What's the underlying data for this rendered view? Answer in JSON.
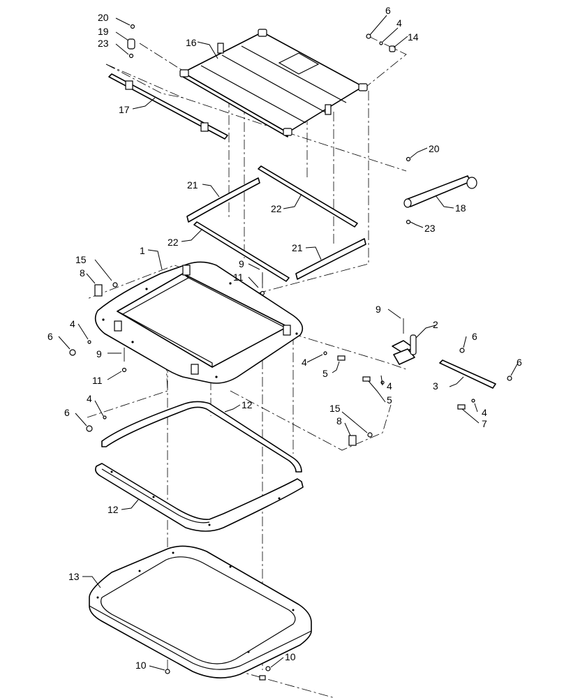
{
  "callouts": {
    "c20a": "20",
    "c19": "19",
    "c23a": "23",
    "c16": "16",
    "c6a": "6",
    "c4a": "4",
    "c14": "14",
    "c17": "17",
    "c20b": "20",
    "c18": "18",
    "c23b": "23",
    "c21a": "21",
    "c22a": "22",
    "c22b": "22",
    "c21b": "21",
    "c1": "1",
    "c15a": "15",
    "c8a": "8",
    "c9a": "9",
    "c11a": "11",
    "c4b": "4",
    "c6b": "6",
    "c9b": "9",
    "c11b": "11",
    "c4c": "4",
    "c5a": "5",
    "c9c": "9",
    "c2": "2",
    "c6c": "6",
    "c6d": "6",
    "c4d": "4",
    "c5b": "5",
    "c3": "3",
    "c4e": "4",
    "c7": "7",
    "c4f": "4",
    "c6e": "6",
    "c15b": "15",
    "c8b": "8",
    "c12a": "12",
    "c12b": "12",
    "c13": "13",
    "c10a": "10",
    "c10b": "10"
  }
}
